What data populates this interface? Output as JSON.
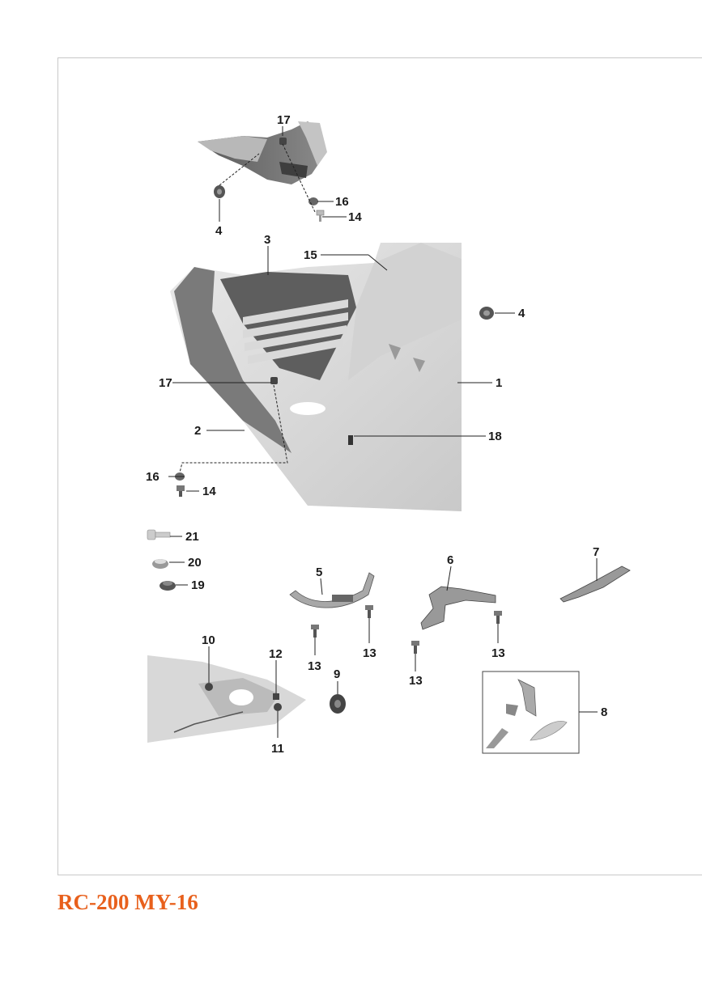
{
  "model_label": "RC-200 MY-16",
  "colors": {
    "model_label": "#e8601c",
    "frame": "#c8c8c8"
  },
  "callouts": {
    "c17a": "17",
    "c16a": "16",
    "c14a": "14",
    "c4a": "4",
    "c3": "3",
    "c15": "15",
    "c4b": "4",
    "c17b": "17",
    "c1": "1",
    "c2": "2",
    "c18": "18",
    "c16b": "16",
    "c14b": "14",
    "c21": "21",
    "c20": "20",
    "c19": "19",
    "c5": "5",
    "c6": "6",
    "c7": "7",
    "c13a": "13",
    "c13b": "13",
    "c13c": "13",
    "c13d": "13",
    "c10": "10",
    "c12": "12",
    "c9": "9",
    "c11": "11",
    "c8": "8"
  }
}
